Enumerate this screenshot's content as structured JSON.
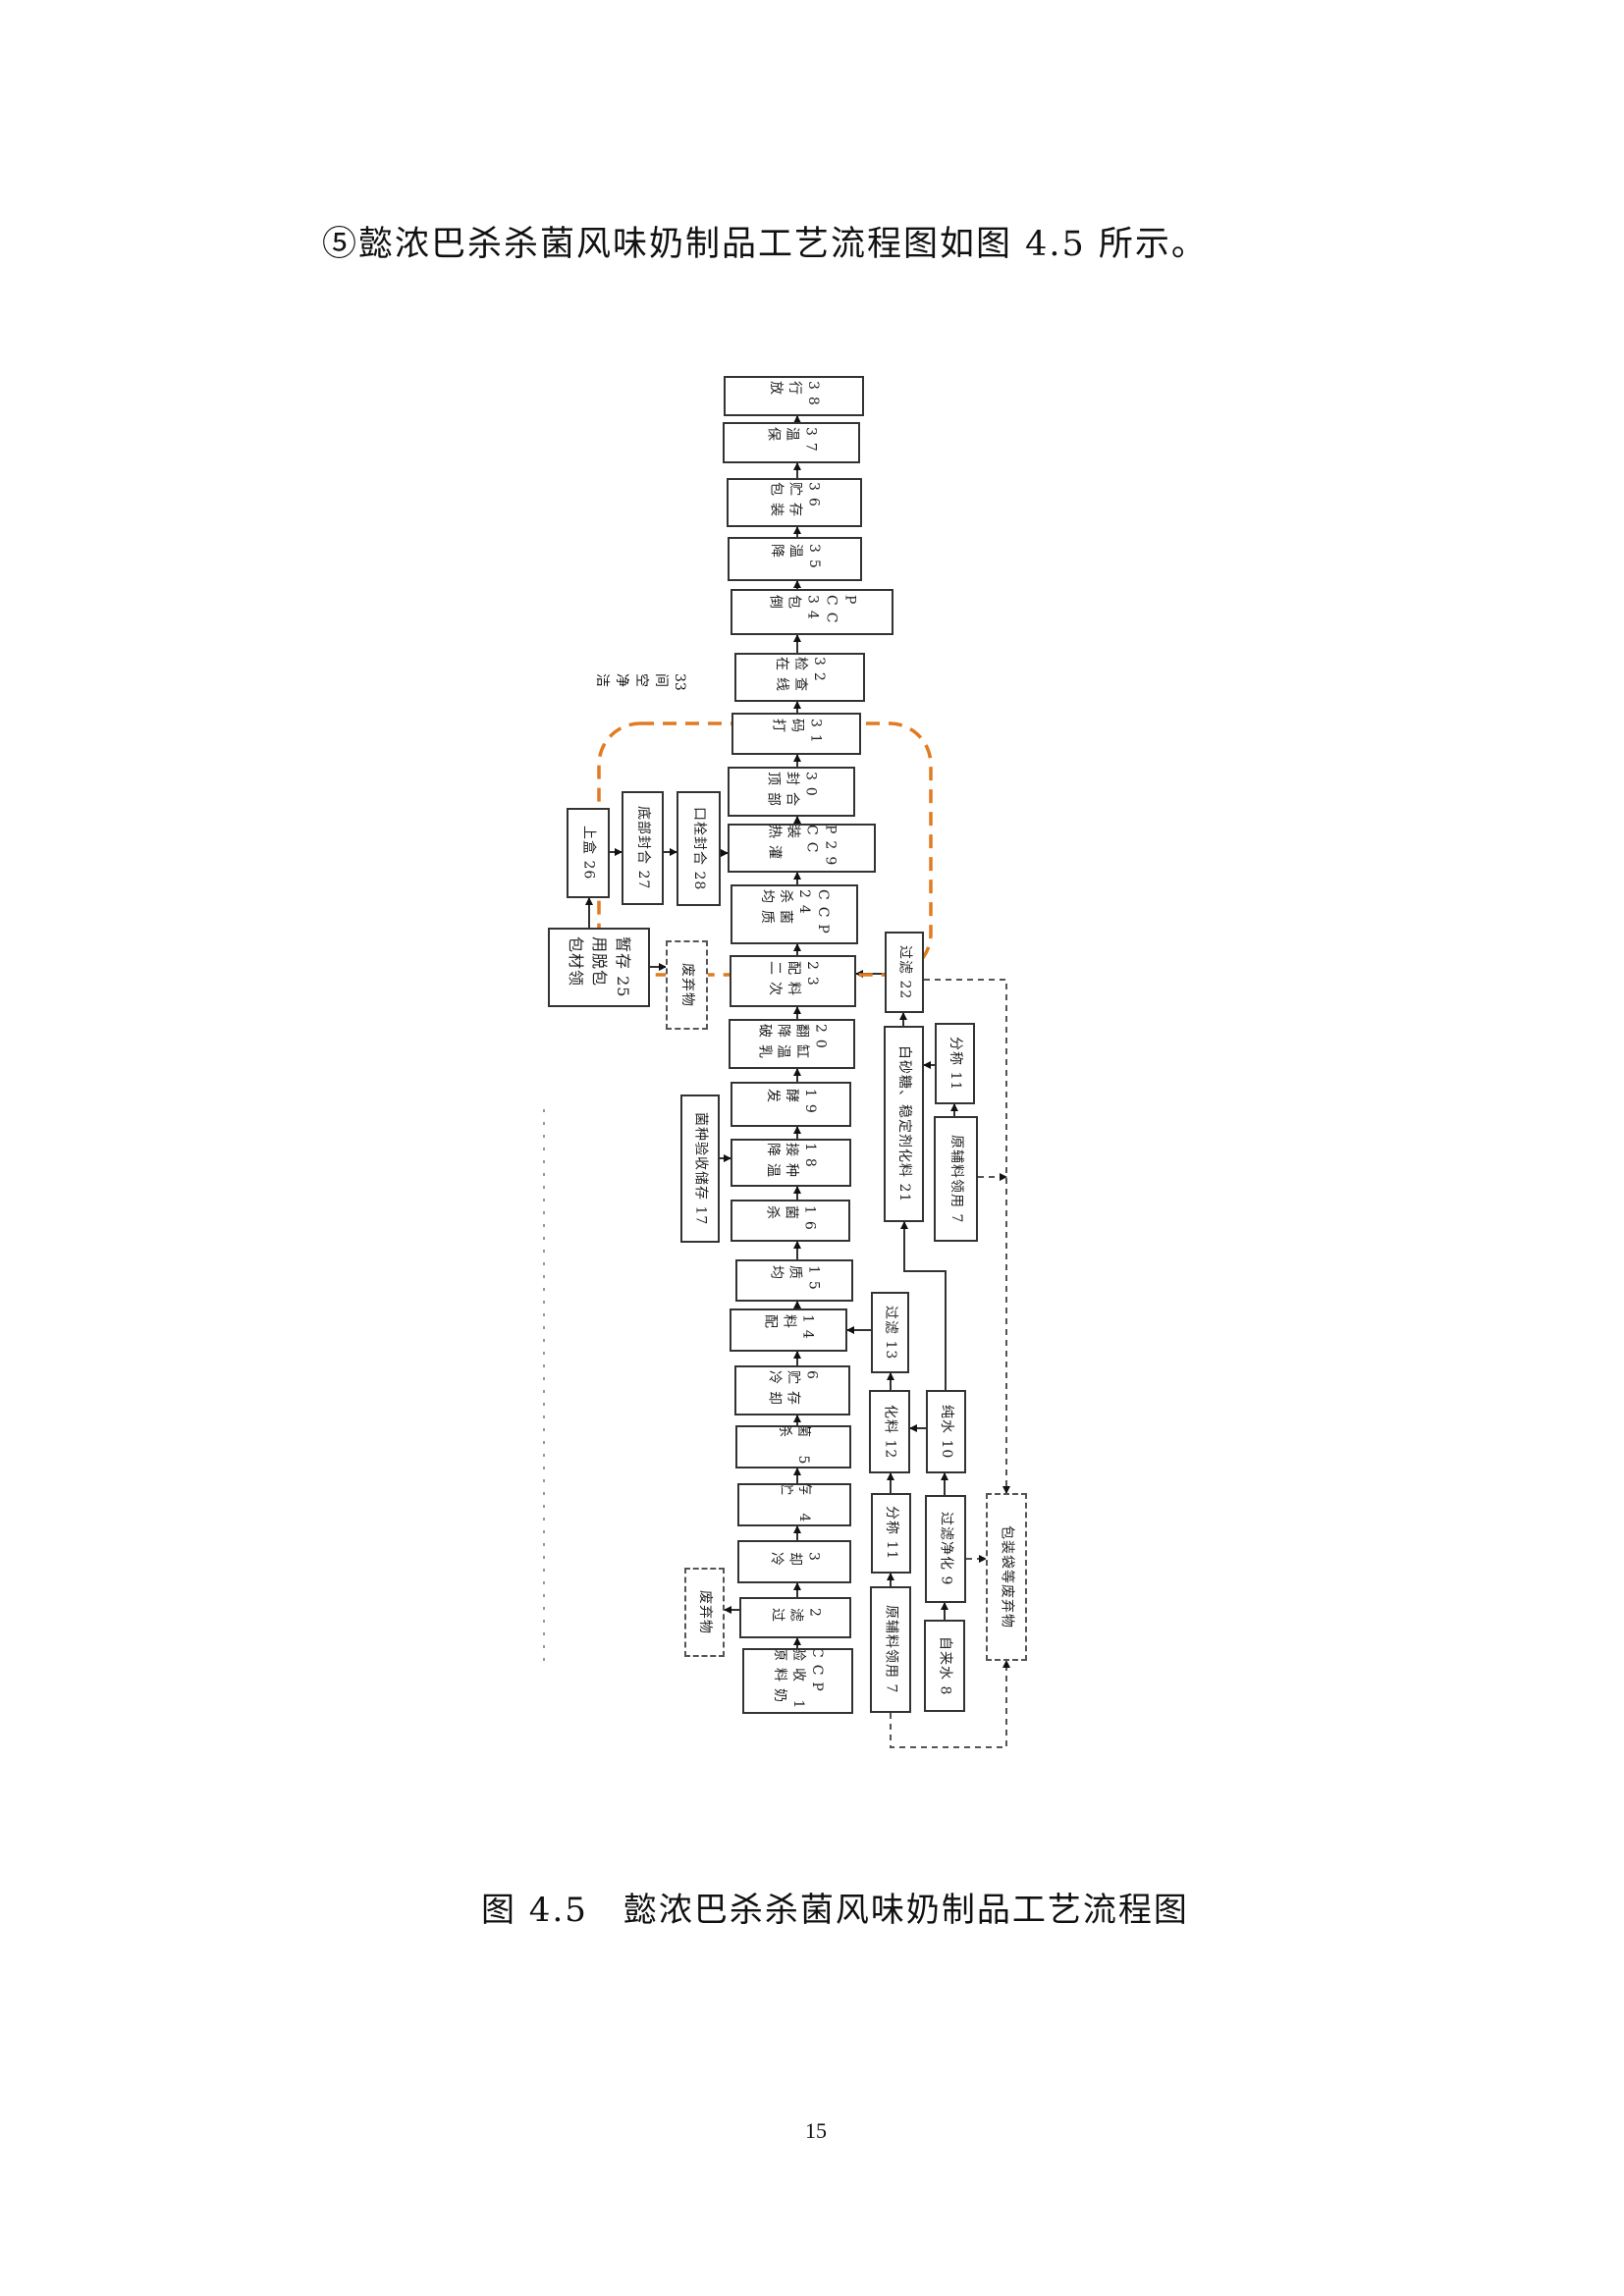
{
  "heading": "⑤懿浓巴杀杀菌风味奶制品工艺流程图如图 4.5 所示。",
  "figure": {
    "clean_area_label": "洁\n净\n空\n间\n33",
    "highlight_color": "#e07b22",
    "steps": {
      "s1": "原料奶\n验收 1\nCCP",
      "s2": "过\n滤\n2",
      "s3": "冷\n却\n3",
      "s4": "贮\n存 4",
      "s5": "杀\n菌 5",
      "s6": "冷却\n贮存\n6",
      "s7a": "原辅料领用 7",
      "s7b": "原辅料领用 7",
      "s8": "自来水 8",
      "s9": "过滤净化 9",
      "s10": "纯水 10",
      "s11a": "分称 11",
      "s11b": "分称 11",
      "s12": "化料 12",
      "s13": "过滤 13",
      "s14": "配\n料\n14",
      "s15": "均\n质\n15",
      "s16": "杀\n菌\n16",
      "s17": "菌种验收储存 17",
      "s18": "降温\n接种\n18",
      "s19": "发\n酵\n19",
      "s20": "破乳\n降温\n翻缸\n20",
      "s21": "白砂糖、稳定剂化料 21",
      "s22": "过滤 22",
      "s23": "二次\n配料\n23",
      "s24": "均质\n杀菌\n24\nCCP",
      "s25": "包材领\n用脱包\n暂存 25",
      "s26": "上盒 26",
      "s27": "底部封合 27",
      "s28": "口栓封合 28",
      "s29": "热灌\n装\nCC\nP29",
      "s30": "顶部\n封合\n30",
      "s31": "打\n码\n31",
      "s32": "在线\n检查\n32",
      "s34": "倒\n包\n34\nCC\nP",
      "s35": "降\n温\n35",
      "s36": "包装\n贮存\n36",
      "s37": "保\n温\n37",
      "s38": "放\n行\n38",
      "waste1": "废弃物",
      "waste2": "废弃物",
      "waste3": "包装袋等废弃物"
    }
  },
  "caption": "图 4.5　懿浓巴杀杀菌风味奶制品工艺流程图",
  "page_number": "15"
}
